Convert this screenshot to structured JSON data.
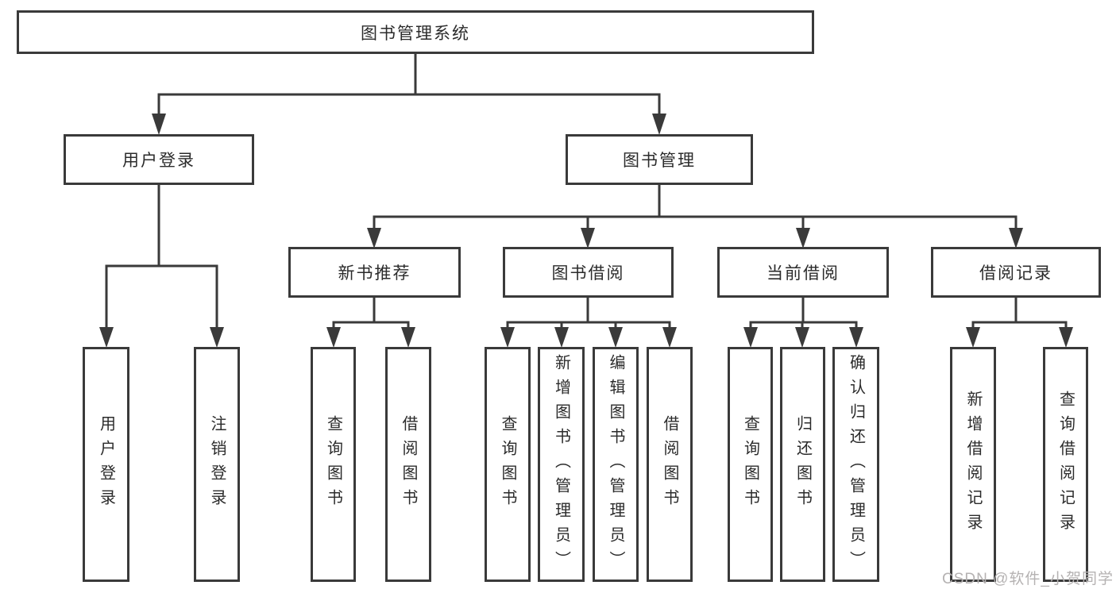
{
  "diagram": {
    "root": {
      "label": "图书管理系统"
    },
    "level1": {
      "user_login": "用户登录",
      "book_mgmt": "图书管理"
    },
    "level2": {
      "new_book_rec": "新书推荐",
      "book_borrow": "图书借阅",
      "current_borrow": "当前借阅",
      "borrow_records": "借阅记录"
    },
    "leaves": {
      "login": "用户登录",
      "logout": "注销登录",
      "rec_query": "查询图书",
      "rec_borrow": "借阅图书",
      "bb_query": "查询图书",
      "bb_add": "新增图书（管理员）",
      "bb_edit": "编辑图书（管理员）",
      "bb_borrow": "借阅图书",
      "cb_query": "查询图书",
      "cb_return": "归还图书",
      "cb_confirm": "确认归还（管理员）",
      "br_add": "新增借阅记录",
      "br_query": "查询借阅记录"
    },
    "watermark": "CSDN @软件_小贺同学",
    "colors": {
      "line": "#3a3a3a",
      "text": "#2b2b2b",
      "watermark": "#b5b2b2",
      "background": "#ffffff"
    }
  }
}
